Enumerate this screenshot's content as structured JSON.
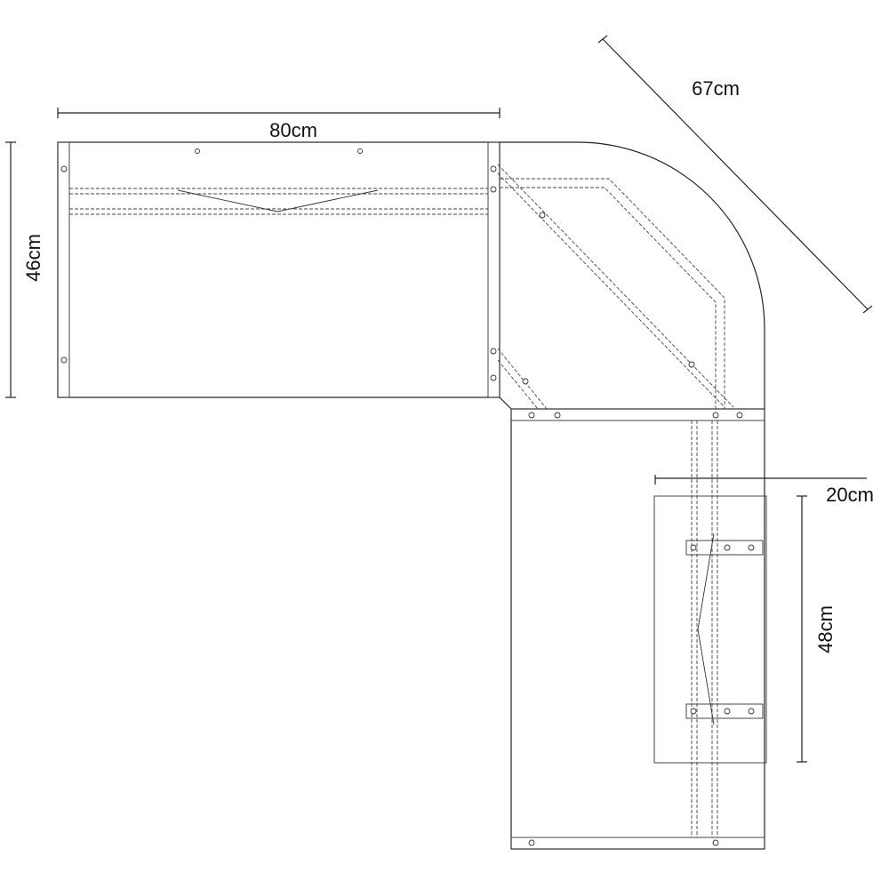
{
  "title": "L-shaped corner desk top view dimensions",
  "dimensions": {
    "width_top": "80cm",
    "depth_left": "46cm",
    "corner_diagonal": "67cm",
    "shelf_depth": "20cm",
    "shelf_length": "48cm"
  }
}
